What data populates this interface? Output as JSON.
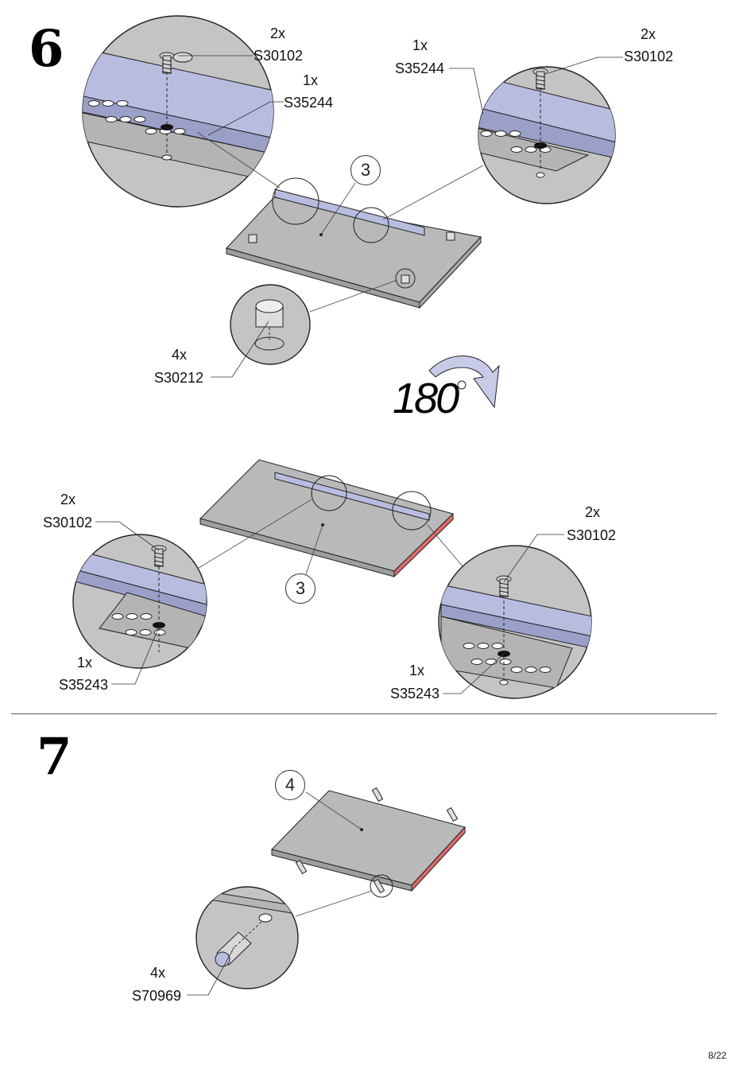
{
  "steps": {
    "s6": "6",
    "s7": "7"
  },
  "rotation_label": "180",
  "part_numbers": {
    "p3a": "3",
    "p3b": "3",
    "p4": "4"
  },
  "callouts": {
    "c1_qty": "2x",
    "c1_code": "S30102",
    "c2_qty": "1x",
    "c2_code": "S35244",
    "c3_qty": "1x",
    "c3_code": "S35244",
    "c4_qty": "2x",
    "c4_code": "S30102",
    "c5_qty": "4x",
    "c5_code": "S30212",
    "c6_qty": "2x",
    "c6_code": "S30102",
    "c7_qty": "2x",
    "c7_code": "S30102",
    "c8_qty": "1x",
    "c8_code": "S35243",
    "c9_qty": "1x",
    "c9_code": "S35243",
    "c10_qty": "4x",
    "c10_code": "S70969"
  },
  "page_number": "8/22",
  "colors": {
    "panel": "#b9b9b9",
    "rail": "#b8bde0",
    "edge": "#e06a6a",
    "zoom_bg": "#c4c4c4"
  }
}
